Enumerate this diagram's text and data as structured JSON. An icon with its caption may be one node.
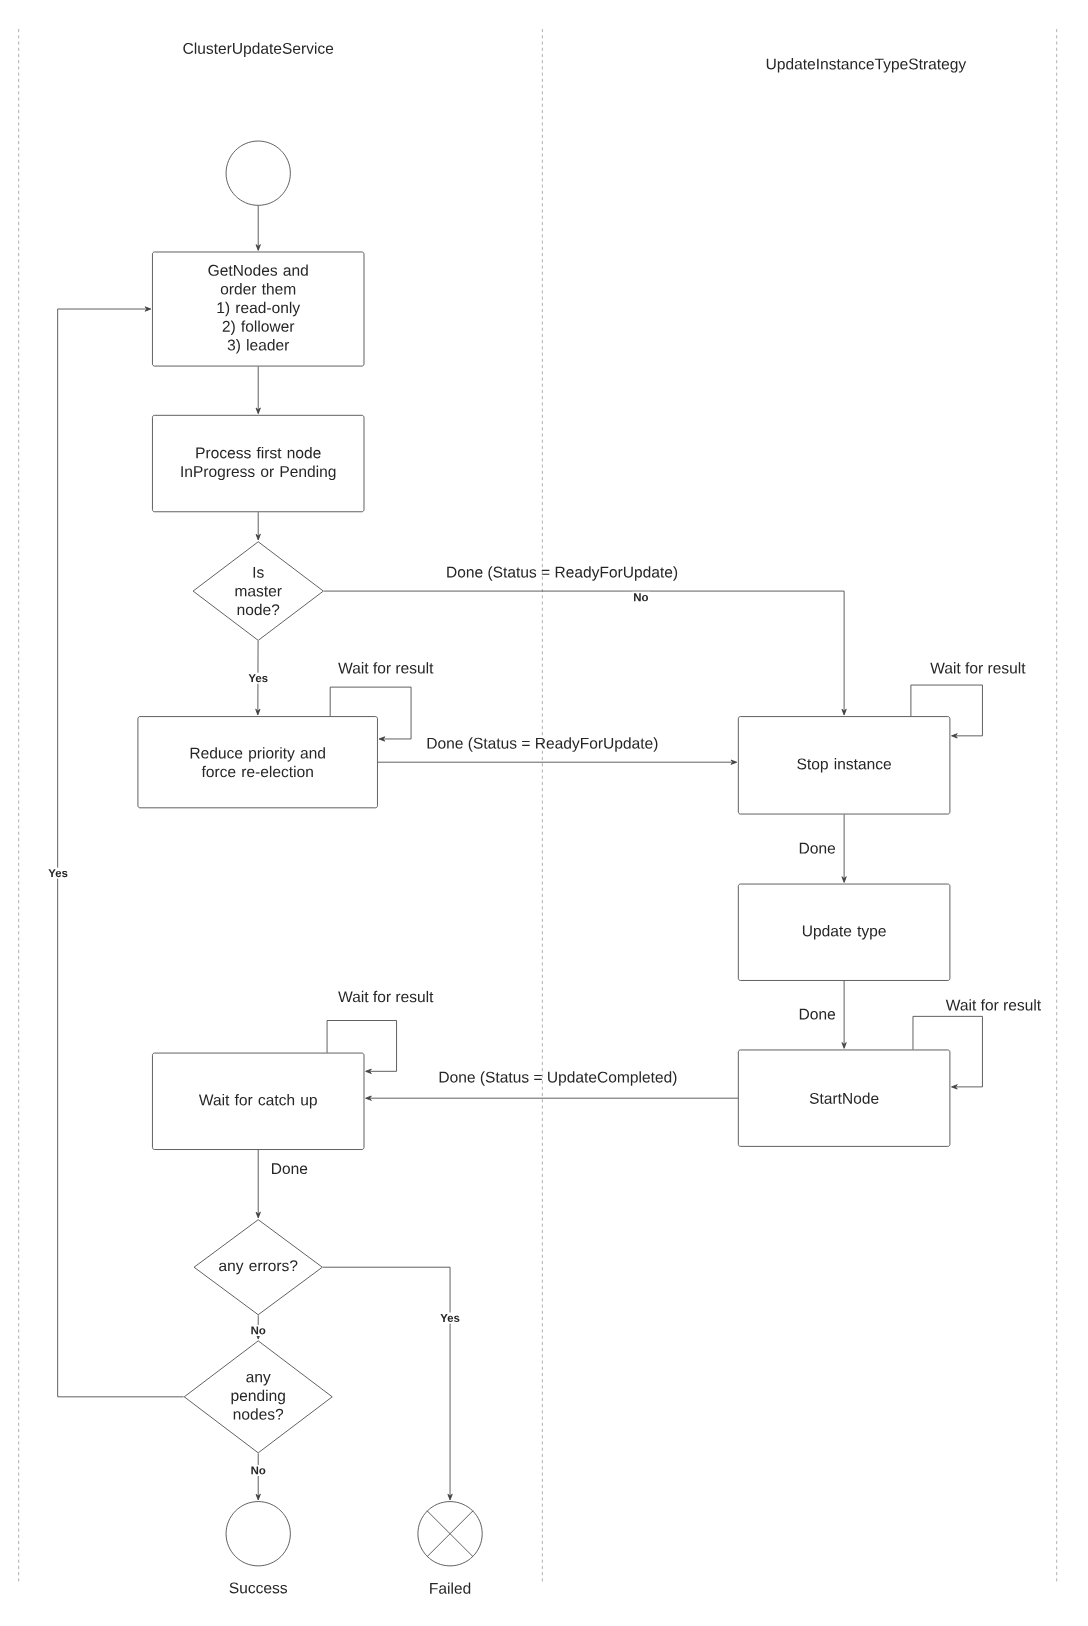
{
  "diagram": {
    "nodes": [
      {
        "text": [],
        "shape": "circle"
      },
      {
        "text": [
          "GetNodes and order them",
          "1) read-only",
          "2) follower",
          "3) leader"
        ]
      },
      {
        "text": [
          "Process first node InProgress or Pending"
        ]
      },
      {
        "text": [
          "Is master node?"
        ]
      },
      {
        "text": [
          "Reduce priority and force re-election"
        ]
      },
      {
        "text": [
          "Stop instance"
        ]
      },
      {
        "text": [
          "Update type"
        ]
      },
      {
        "text": [
          "StartNode"
        ]
      },
      {
        "text": [
          "Wait for catch up"
        ]
      },
      {
        "text": [
          "any errors?"
        ]
      },
      {
        "text": [
          "any pending nodes?"
        ]
      },
      {
        "text": [],
        "shape": "circle",
        "beside": [
          "Success"
        ]
      },
      {
        "text": [],
        "shape": "circle",
        "beside": [
          "Failed"
        ]
      }
    ],
    "edges": [
      {
        "from": 0,
        "to": 1,
        "arrow": "to"
      },
      {
        "from": 1,
        "to": 2,
        "arrow": "to"
      },
      {
        "from": 2,
        "to": 3,
        "arrow": "to"
      },
      {
        "from": 3,
        "to": 4,
        "arrow": "to",
        "label": "Yes"
      },
      {
        "from": 3,
        "to": 5,
        "arrow": "to",
        "label": "No"
      },
      {
        "from": 4,
        "to": 4,
        "arrow": "to",
        "label": "Wait for result"
      },
      {
        "from": 4,
        "to": 5,
        "arrow": "to",
        "label": "Done (Status = ReadyForUpdate)"
      },
      {
        "from": 5,
        "to": 5,
        "arrow": "to",
        "label": "Wait for result"
      },
      {
        "from": 5,
        "to": 6,
        "arrow": "to",
        "label": "Done"
      },
      {
        "from": 6,
        "to": 7,
        "arrow": "to",
        "label": "Done"
      },
      {
        "from": 7,
        "to": 7,
        "arrow": "to",
        "label": "Wait for result"
      },
      {
        "from": 7,
        "to": 8,
        "arrow": "to",
        "label": "Done (Status = UpdateCompleted)"
      },
      {
        "from": 8,
        "to": 8,
        "arrow": "to",
        "label": "Wait for result"
      },
      {
        "from": 8,
        "to": 9,
        "arrow": "to",
        "label": "Done"
      },
      {
        "from": 9,
        "to": 10,
        "arrow": "to",
        "label": "No"
      },
      {
        "from": 9,
        "to": 12,
        "arrow": "to",
        "label": "Yes"
      },
      {
        "from": 10,
        "to": 11,
        "arrow": "to",
        "label": "No"
      },
      {
        "from": 10,
        "to": 1,
        "arrow": "to",
        "label": "Yes"
      }
    ],
    "labels": [
      "ClusterUpdateService",
      "UpdateInstanceTypeStrategy",
      "Done (Status = ReadyForUpdate)"
    ]
  }
}
